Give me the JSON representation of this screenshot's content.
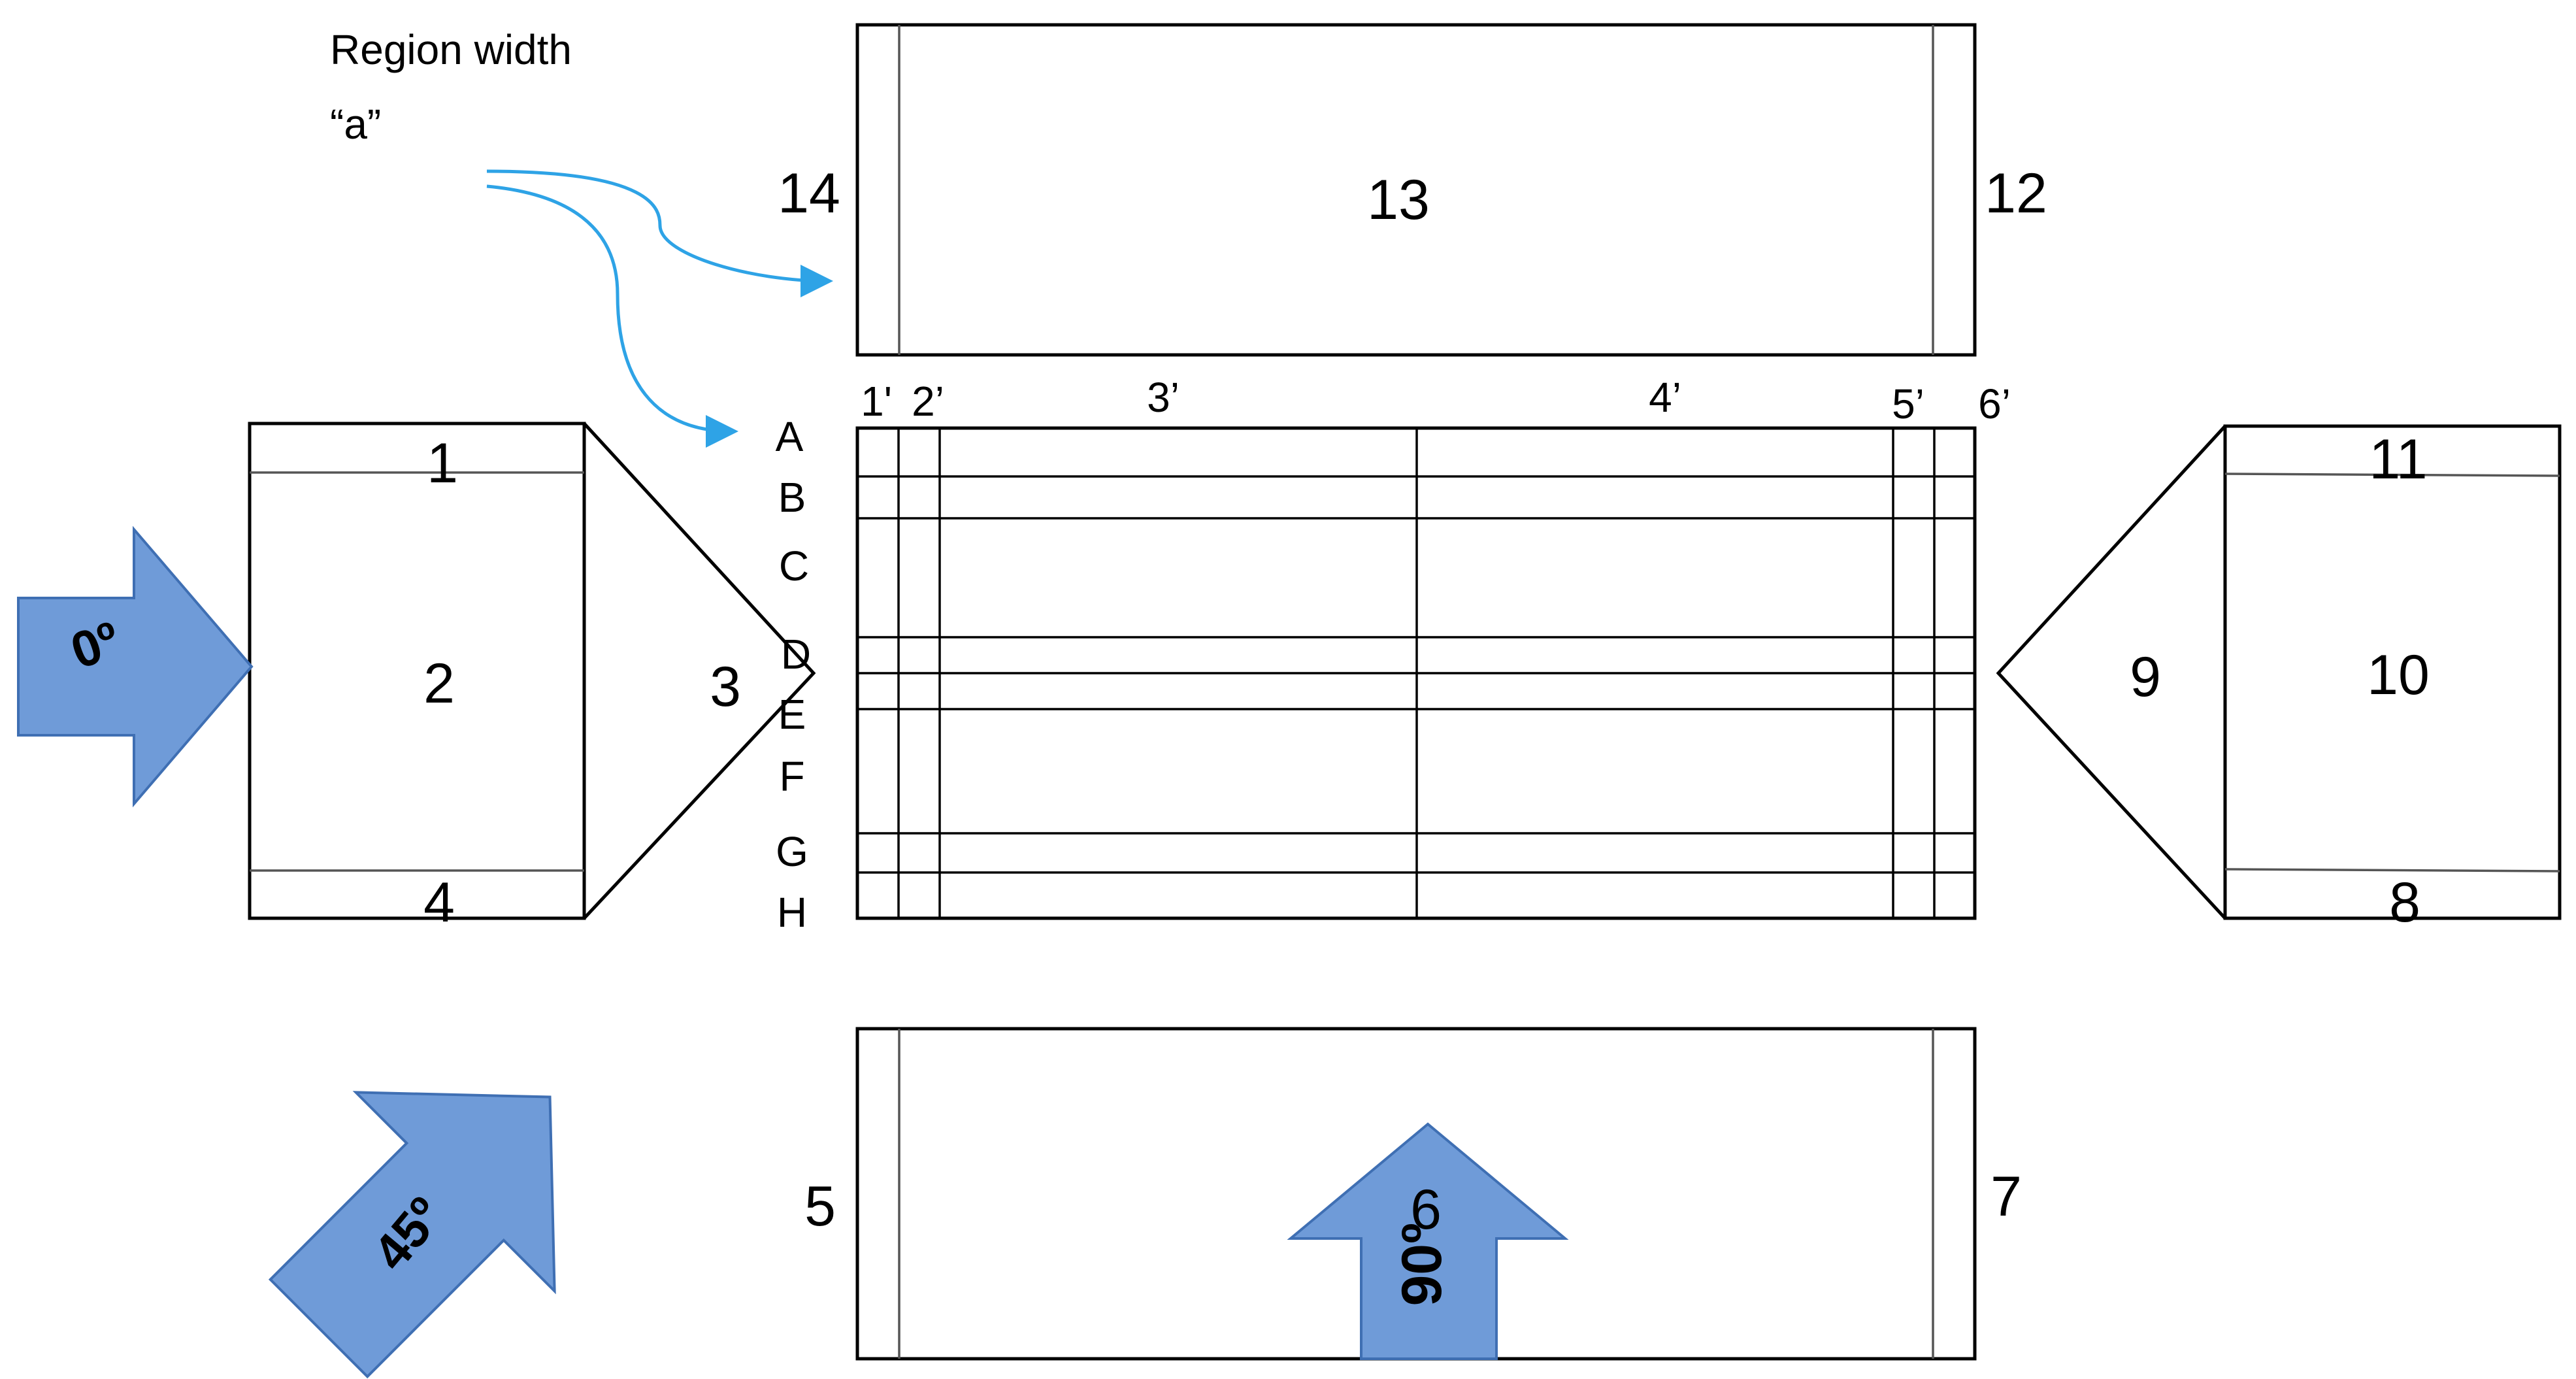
{
  "annotation": {
    "line1": "Region width",
    "line2": "“a”"
  },
  "regions": {
    "r1": "1",
    "r2": "2",
    "r3": "3",
    "r4": "4",
    "r5": "5",
    "r6": "6",
    "r7": "7",
    "r8": "8",
    "r9": "9",
    "r10": "10",
    "r11": "11",
    "r12": "12",
    "r13": "13",
    "r14": "14"
  },
  "columns": [
    "1'",
    "2’",
    "3’",
    "4’",
    "5’",
    "6’"
  ],
  "rows": [
    "A",
    "B",
    "C",
    "D",
    "E",
    "F",
    "G",
    "H"
  ],
  "wind_directions": {
    "zero": "0º",
    "fortyfive": "45º",
    "ninety": "90º"
  },
  "colors": {
    "wind_arrow": "#6f9bd8",
    "annotation_arrow": "#2ea3e6",
    "outline": "#000000"
  }
}
